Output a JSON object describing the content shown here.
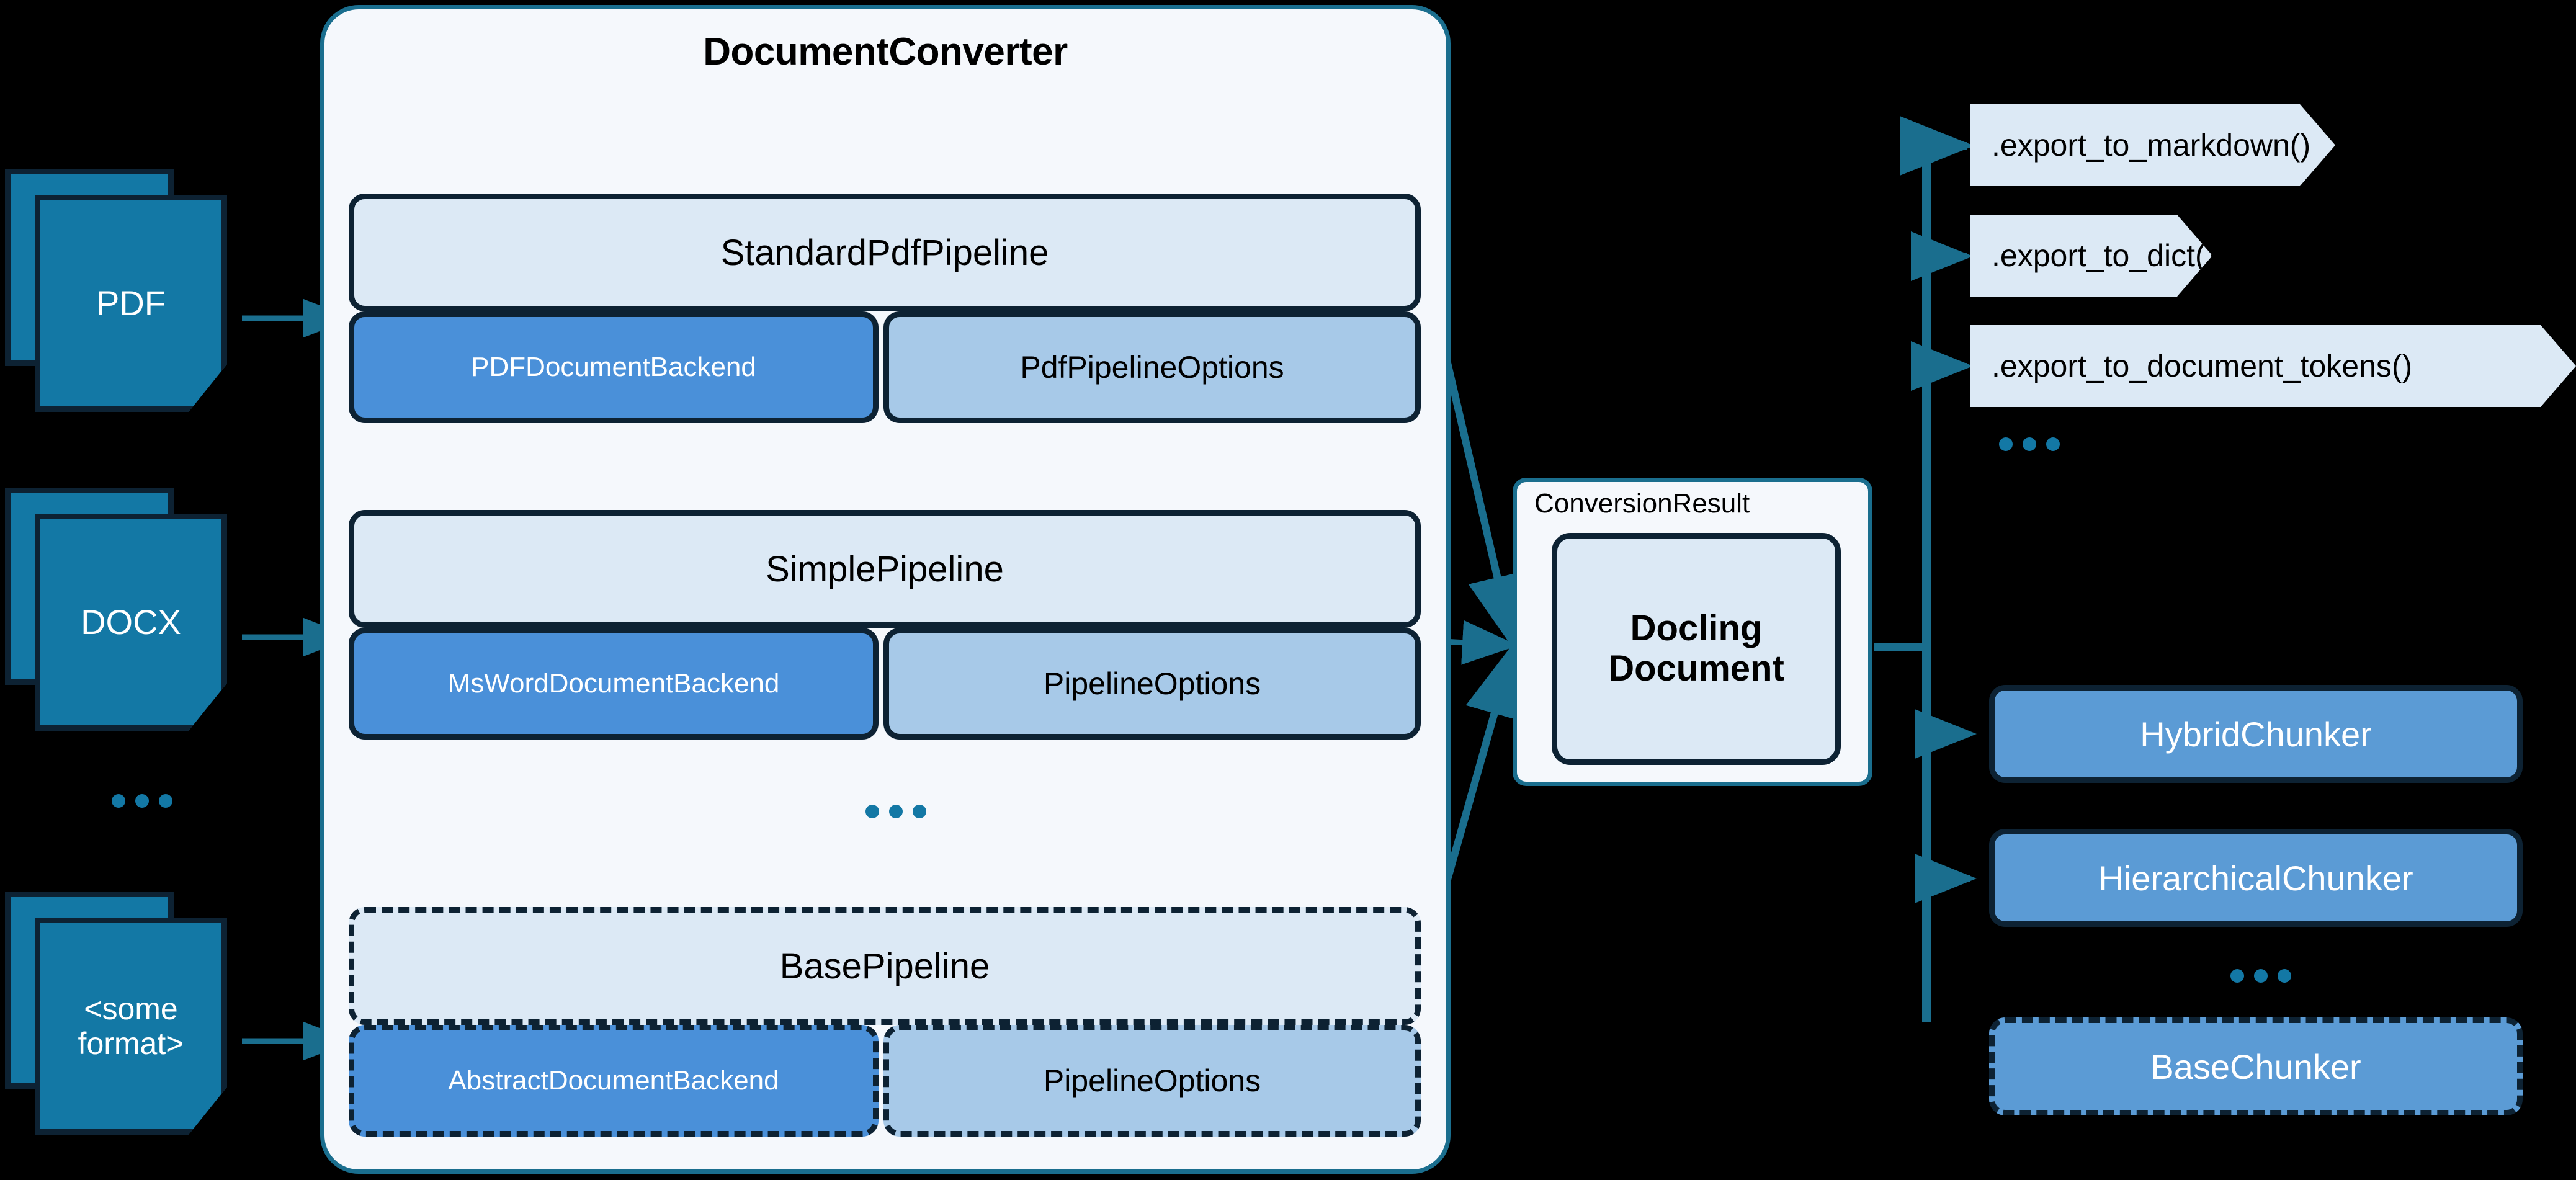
{
  "converter": {
    "title": "DocumentConverter",
    "pipelines": [
      {
        "name": "StandardPdfPipeline",
        "dashed": false,
        "backend": "PDFDocumentBackend",
        "options": "PdfPipelineOptions"
      },
      {
        "name": "SimplePipeline",
        "dashed": false,
        "backend": "MsWordDocumentBackend",
        "options": "PipelineOptions"
      },
      {
        "name": "BasePipeline",
        "dashed": true,
        "backend": "AbstractDocumentBackend",
        "options": "PipelineOptions"
      }
    ],
    "ellipsis": "..."
  },
  "inputs": {
    "documents": [
      {
        "label": "PDF"
      },
      {
        "label": "DOCX"
      },
      {
        "label": "<some\nformat>"
      }
    ],
    "ellipsis": "..."
  },
  "result": {
    "label": "ConversionResult",
    "document": "Docling\nDocument"
  },
  "exports": {
    "methods": [
      {
        "label": ".export_to_markdown()"
      },
      {
        "label": ".export_to_dict()"
      },
      {
        "label": ".export_to_document_tokens()"
      }
    ],
    "ellipsis": "..."
  },
  "chunkers": {
    "items": [
      {
        "label": "HybridChunker",
        "dashed": false
      },
      {
        "label": "HierarchicalChunker",
        "dashed": false
      },
      {
        "label": "BaseChunker",
        "dashed": true
      }
    ],
    "ellipsis": "..."
  },
  "colors": {
    "background": "#000000",
    "panel_fill": "#f5f8fc",
    "panel_border": "#1a6e8e",
    "pipeline_fill": "#dce9f5",
    "backend_fill": "#4a90d9",
    "options_fill": "#a7c9e8",
    "doc_fill": "#1378a5",
    "dark_border": "#0d2233",
    "chunker_fill": "#5b9bd5",
    "arrow": "#1a6e8e"
  }
}
